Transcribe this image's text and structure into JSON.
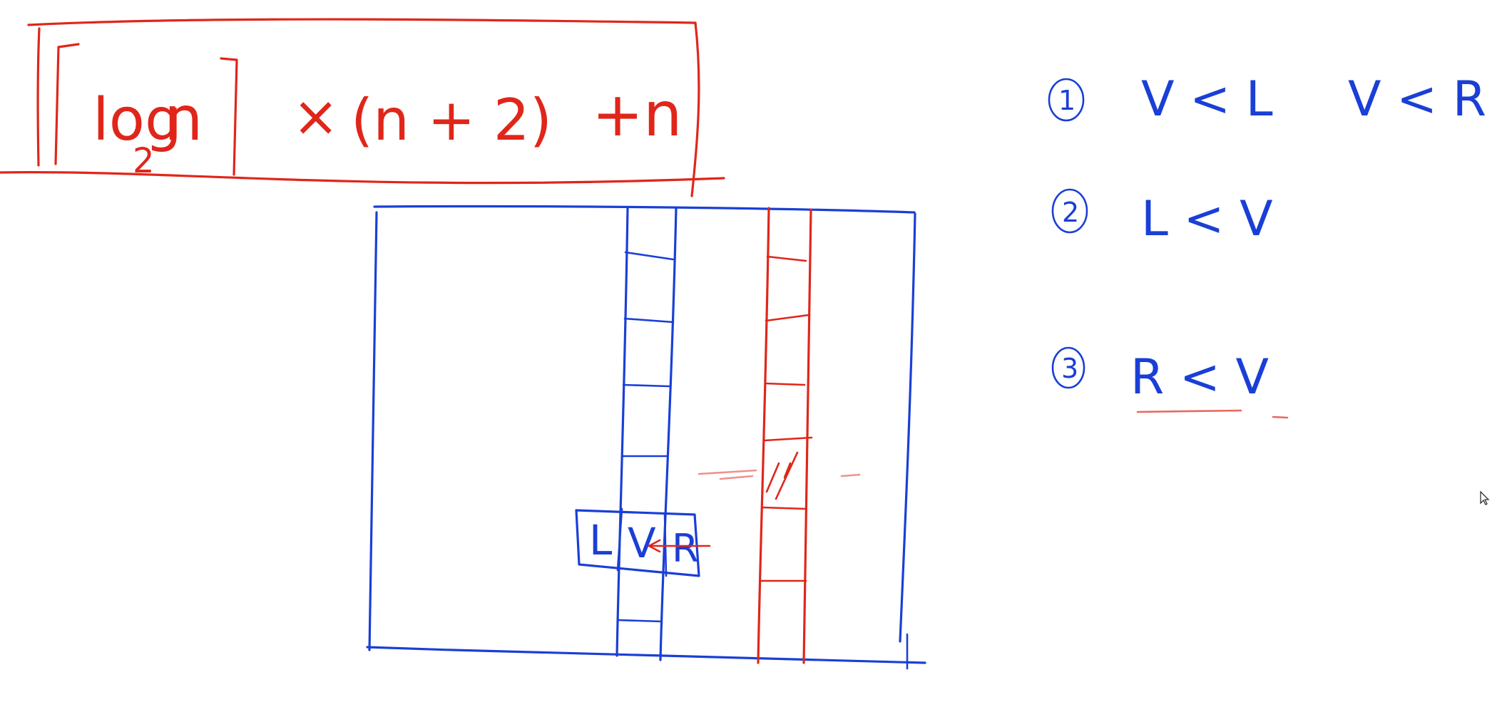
{
  "formula": {
    "floor_open": "[",
    "log": "log",
    "base": "2",
    "arg": "n",
    "floor_close": "]",
    "times": "×",
    "paren_expr": "(n + 2)",
    "plus_term": "+n"
  },
  "cases": [
    {
      "num": "1",
      "text_a": "V < L",
      "text_b": "V < R"
    },
    {
      "num": "2",
      "text_a": "L < V",
      "text_b": ""
    },
    {
      "num": "3",
      "text_a": "R < V",
      "text_b": ""
    }
  ],
  "node": {
    "left": "L",
    "mid": "V",
    "right": "R"
  },
  "colors": {
    "blue": "#1a3fd6",
    "red": "#e0261a",
    "background": "#ffffff"
  }
}
